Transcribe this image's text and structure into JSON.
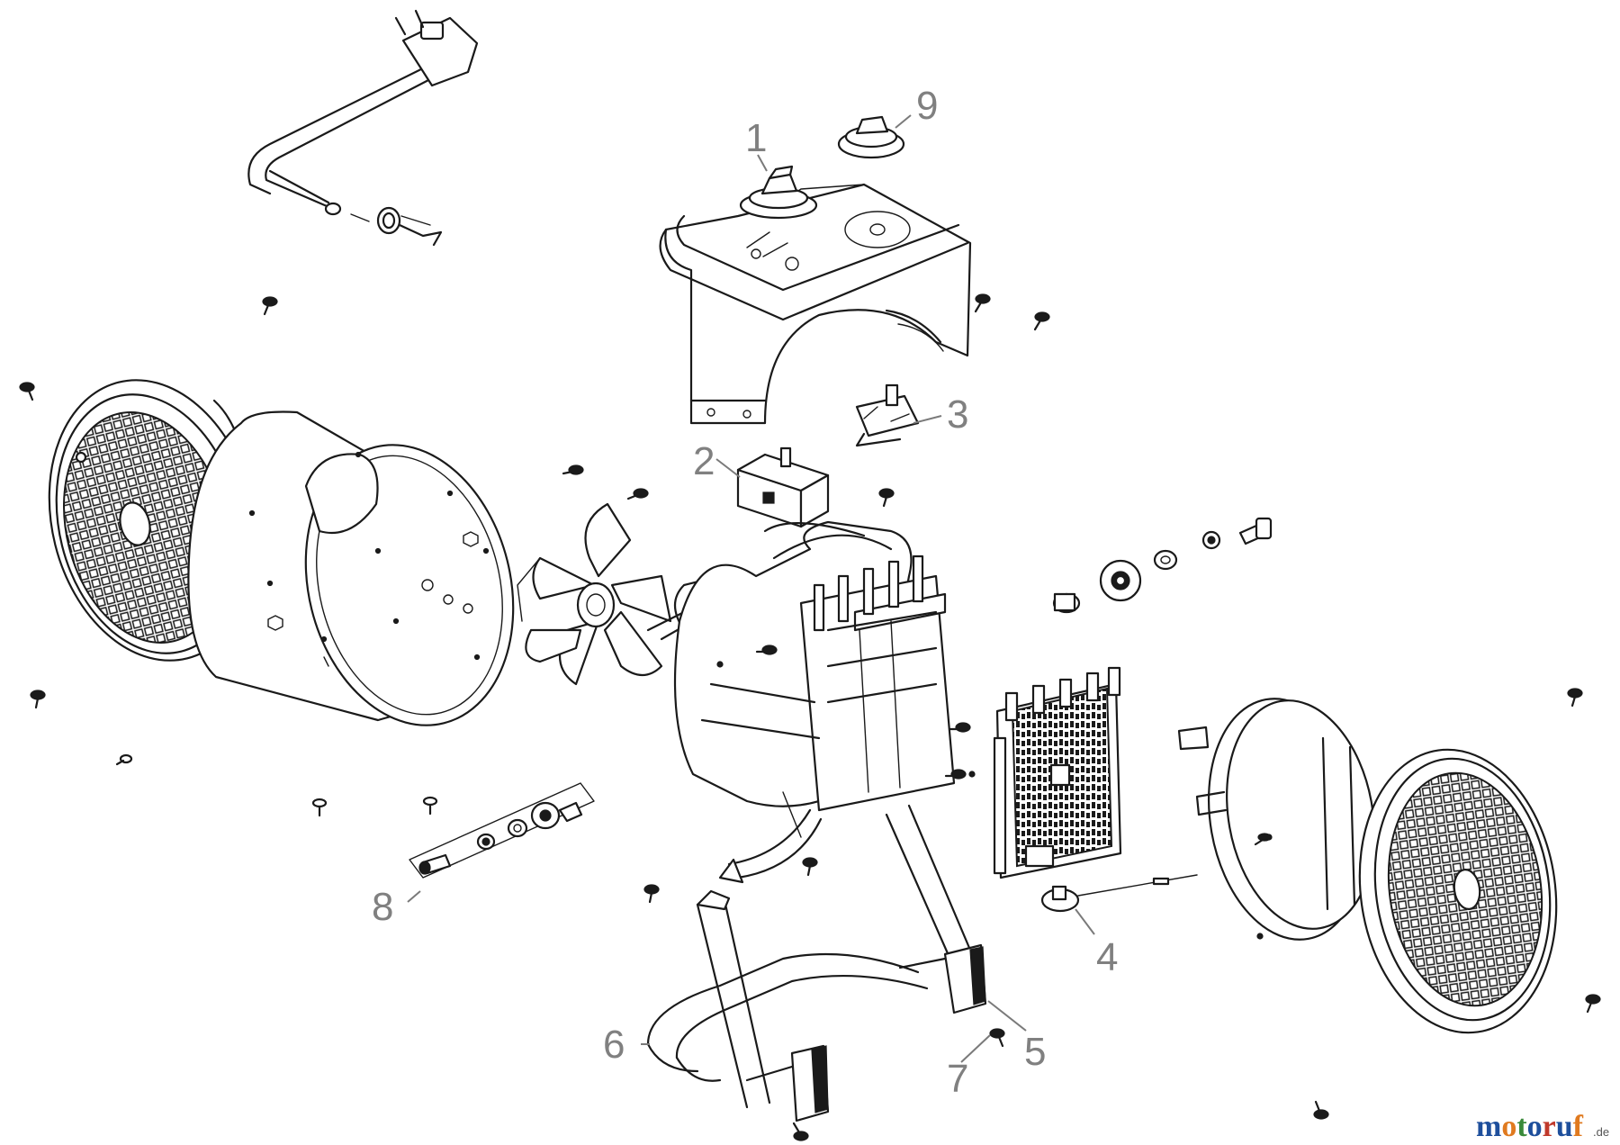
{
  "callouts": [
    {
      "id": "c1",
      "label": "1"
    },
    {
      "id": "c2",
      "label": "2"
    },
    {
      "id": "c3",
      "label": "3"
    },
    {
      "id": "c4",
      "label": "4"
    },
    {
      "id": "c5",
      "label": "5"
    },
    {
      "id": "c6",
      "label": "6"
    },
    {
      "id": "c7",
      "label": "7"
    },
    {
      "id": "c8",
      "label": "8"
    },
    {
      "id": "c9",
      "label": "9"
    }
  ],
  "watermark": {
    "main": "motoruf",
    "suffix": ".de",
    "colors": [
      "#1e4f9c",
      "#e07a1f",
      "#3a8a3a",
      "#1e4f9c",
      "#c0392b",
      "#1e4f9c",
      "#e07a1f"
    ]
  }
}
